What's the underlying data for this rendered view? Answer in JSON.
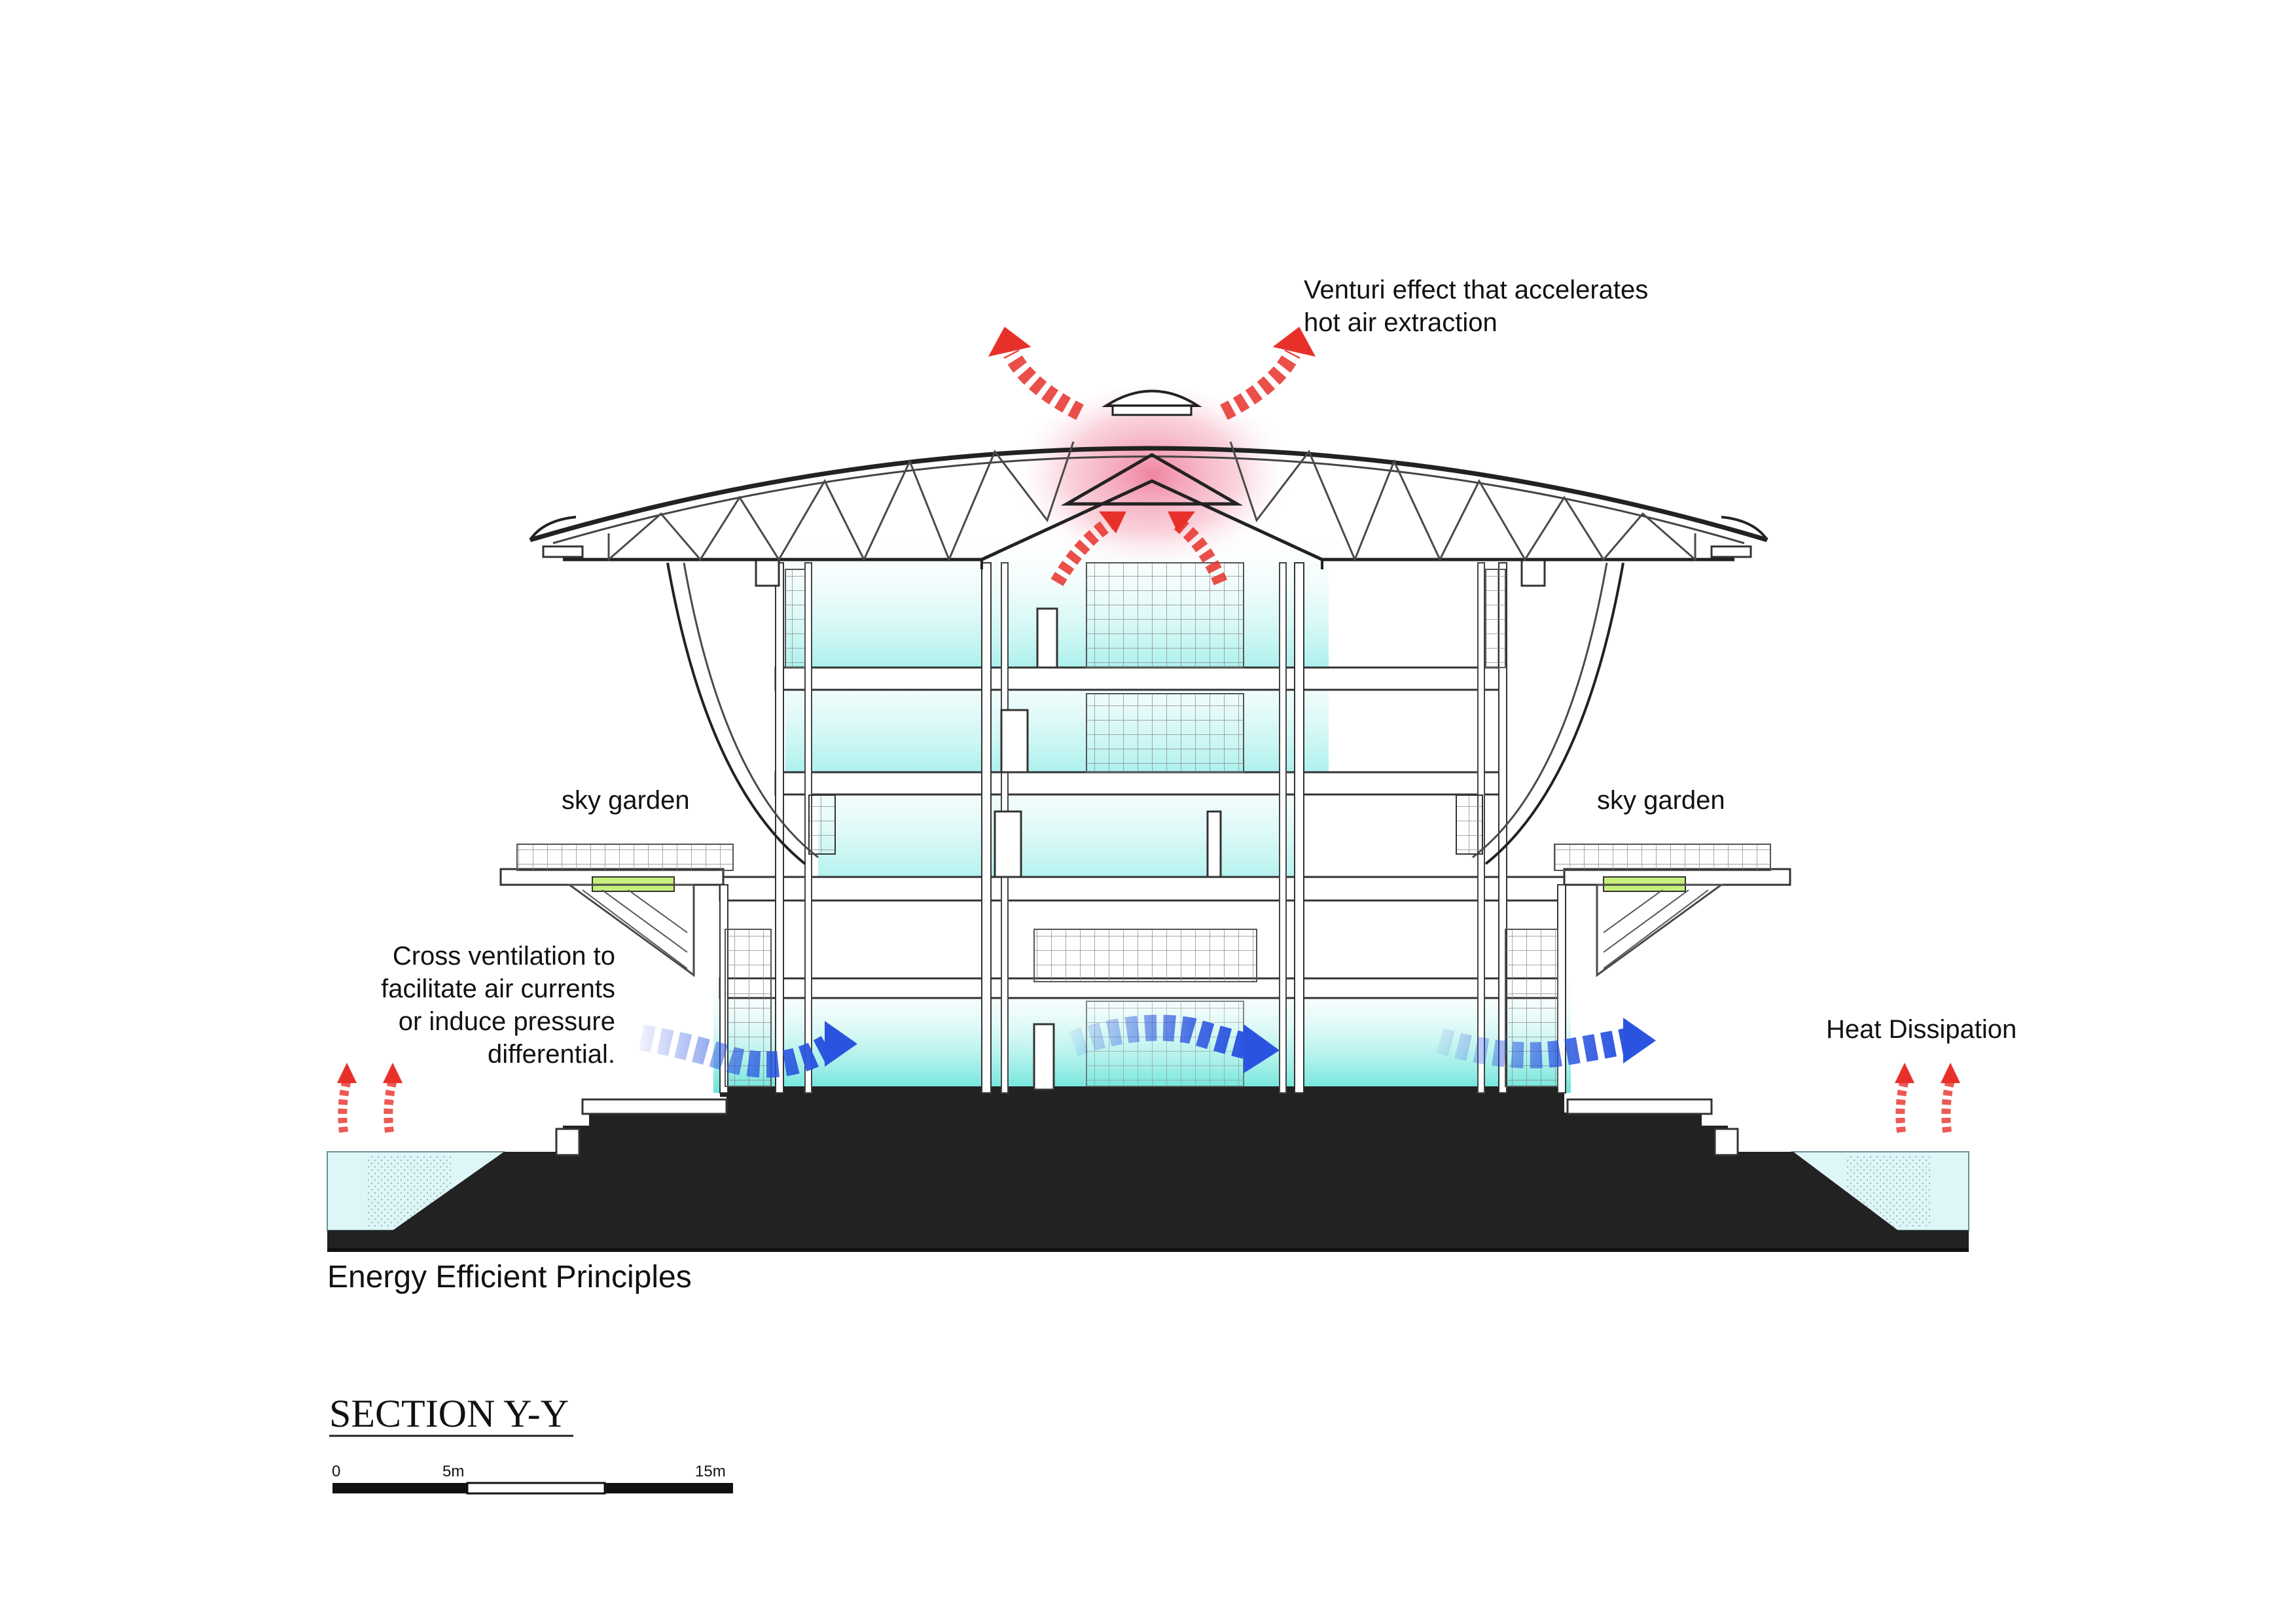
{
  "labels": {
    "venturi_line1": "Venturi effect that accelerates",
    "venturi_line2": "hot air extraction",
    "sky_garden_left": "sky garden",
    "sky_garden_right": "sky garden",
    "cross_line1": "Cross ventilation to",
    "cross_line2": "facilitate air currents",
    "cross_line3": "or induce pressure",
    "cross_line4": "differential.",
    "heat_dissipation": "Heat Dissipation",
    "caption": "Energy Efficient Principles",
    "section_title": "SECTION Y-Y"
  },
  "scale_bar": {
    "ticks": [
      "0",
      "5m",
      "15m"
    ]
  },
  "colors": {
    "hot_air": "#e8302a",
    "cool_air": "#2a54e0",
    "cool_glow": "#a8f0ec",
    "warm_glow": "#f6b6c6",
    "ground": "#222222",
    "water": "#dff6f8",
    "green_roof": "#c6f07a"
  },
  "icons": {
    "hot_arrow": "curved-up-arrow-icon",
    "cool_arrow": "flow-right-arrow-icon"
  }
}
